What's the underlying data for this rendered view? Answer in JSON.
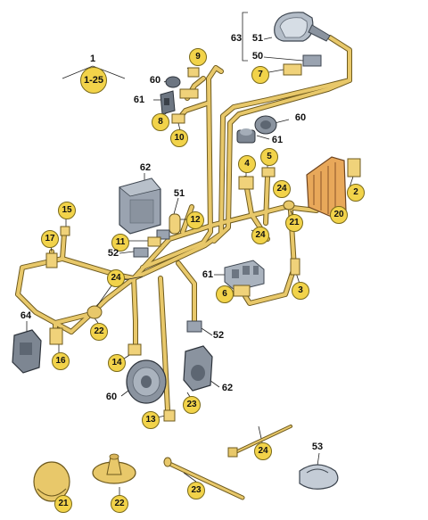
{
  "labels": {
    "range": "1-25",
    "top": "1",
    "n63": "63",
    "n51a": "51",
    "n50": "50",
    "n9": "9",
    "n60a": "60",
    "n7": "7",
    "n61a": "61",
    "n8": "8",
    "n10": "10",
    "n60b": "60",
    "n61b": "61",
    "n62a": "62",
    "n4": "4",
    "n5": "5",
    "n2": "2",
    "n24a": "24",
    "n51b": "51",
    "n12": "12",
    "n21a": "21",
    "n20": "20",
    "n15": "15",
    "n11": "11",
    "n24b": "24",
    "n17": "17",
    "n52a": "52",
    "n61c": "61",
    "n3": "3",
    "n6": "6",
    "n24c": "24",
    "n64": "64",
    "n22a": "22",
    "n16": "16",
    "n52b": "52",
    "n14": "14",
    "n62b": "62",
    "n60c": "60",
    "n23a": "23",
    "n13": "13",
    "n24d": "24",
    "n53": "53",
    "n21b": "21",
    "n22b": "22",
    "n23b": "23"
  },
  "colors": {
    "harness": "#e8c86a",
    "harness_outline": "#6e5a1e",
    "badge": "#f2d34a",
    "part_gray": "#9aa3b0",
    "part_dark": "#5d6672",
    "connector": "#f0d27a",
    "boot": "#e8a85a"
  }
}
